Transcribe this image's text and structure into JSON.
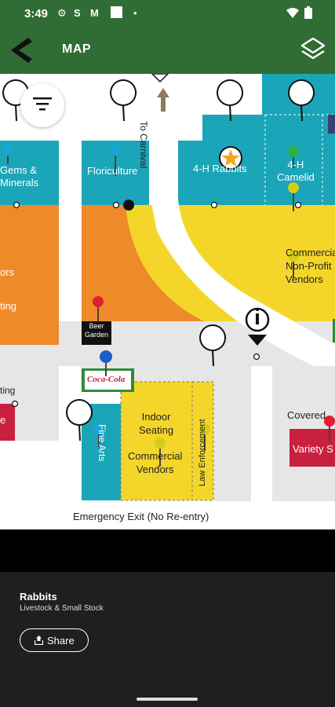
{
  "status_bar": {
    "time": "3:49",
    "icons": [
      "gear-icon",
      "s-icon",
      "gmail-icon",
      "square-icon",
      "dot-icon",
      "wifi-icon",
      "battery-icon"
    ]
  },
  "app_bar": {
    "title": "MAP",
    "back_icon": "chevron-left-icon",
    "layers_icon": "layers-icon"
  },
  "colors": {
    "header_green": "#2f6d35",
    "teal": "#1ba5b8",
    "orange": "#ef8a2a",
    "yellow": "#f4d62a",
    "light_gray": "#e6e6e6",
    "red": "#c8203f",
    "sheet_bg": "#1f1f1f"
  },
  "map": {
    "labels": {
      "gems_minerals": "Gems &\nMinerals",
      "floriculture": "Floriculture",
      "to_carnival": "To Carnival",
      "four_h_rabbits": "4-H Rabbits",
      "four_h_camelid": "4-H\nCamelid",
      "commercial_non_profit": "Commercial\nNon-Profit\nVendors",
      "vendors_left": "ors",
      "seating_left": "ting",
      "beer_garden": "Beer\nGarden",
      "coca_cola": "Coca-Cola",
      "seating_small": "ting",
      "e_label": "e",
      "indoor_seating": "Indoor\nSeating",
      "commercial_vendors": "Commercial\nVendors",
      "fine_arts": "Fine Arts",
      "law_enforcement": "Law Enforcement",
      "covered_label": "Covered",
      "variety_label": "Variety S",
      "emergency_exit": "Emergency Exit (No Re-entry)"
    },
    "filter_icon": "filter-icon"
  },
  "selected_location": {
    "name": "Rabbits",
    "category": "Livestock & Small Stock",
    "share_label": "Share"
  }
}
